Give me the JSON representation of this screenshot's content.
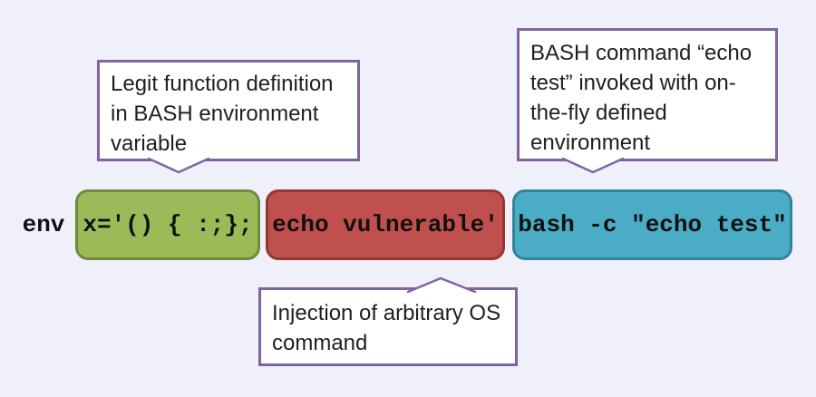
{
  "colors": {
    "background": "#F0F0FA",
    "callout_border": "#8064A2",
    "callout_fill": "#FFFFFF",
    "callout_text": "#1F1F1F",
    "command_text": "#101010",
    "green_fill": "#9BBB59",
    "green_border": "#71893F",
    "red_fill": "#C0504D",
    "red_border": "#943634",
    "blue_fill": "#4BACC6",
    "blue_border": "#31859B"
  },
  "callouts": {
    "legit": {
      "text": "Legit function definition in BASH environment variable"
    },
    "invoke": {
      "text": "BASH command “echo test” invoked with on-the-fly defined environment"
    },
    "injection": {
      "text": "Injection of arbitrary OS command"
    }
  },
  "command": {
    "prefix": "env",
    "green_segment": "x='() { :;};",
    "red_segment": "echo vulnerable'",
    "blue_segment": "bash -c \"echo test\""
  }
}
